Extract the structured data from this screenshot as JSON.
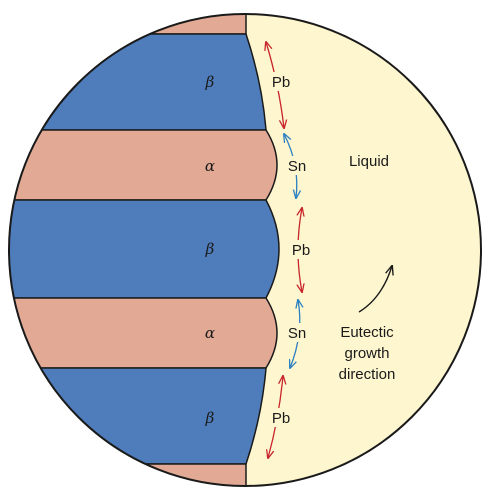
{
  "diagram": {
    "phase_labels": [
      "β",
      "α",
      "β",
      "α",
      "β"
    ],
    "element_labels": [
      "Pb",
      "Sn",
      "Pb",
      "Sn",
      "Pb"
    ],
    "liquid_label": "Liquid",
    "growth_label_lines": [
      "Eutectic",
      "growth",
      "direction"
    ]
  },
  "colors": {
    "beta_phase": "#4f7dbb",
    "alpha_phase": "#e2aa94",
    "liquid": "#fdf6cf",
    "pb_arrow": "#c8252c",
    "sn_arrow": "#2a7fc0",
    "outline": "#1a1a1a"
  }
}
